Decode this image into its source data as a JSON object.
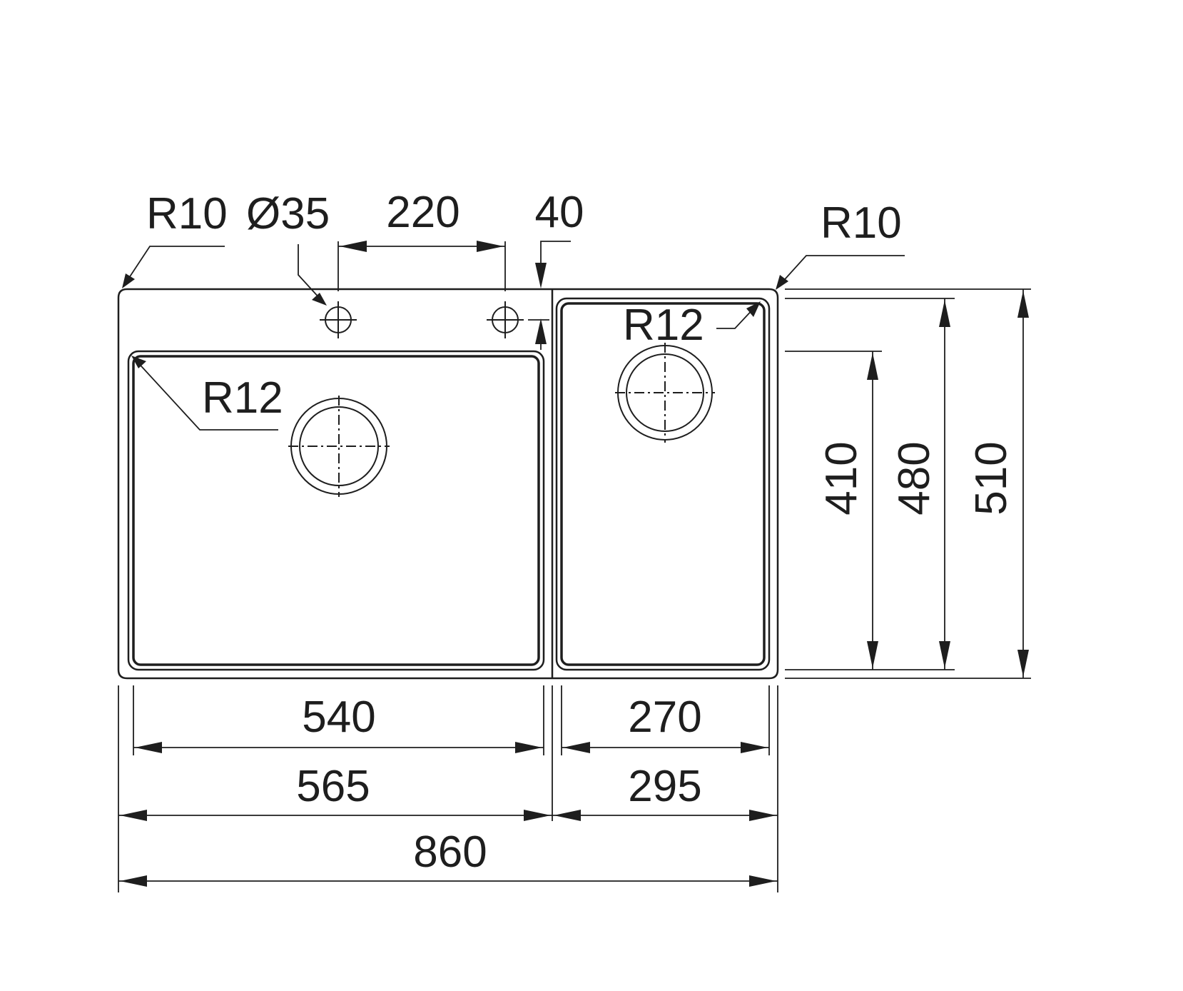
{
  "labels": {
    "corner_radius_left": "R10",
    "tap_hole_diameter": "Ø35",
    "tap_hole_spacing": "220",
    "tap_hole_offset": "40",
    "corner_radius_right": "R10",
    "bowl_radius_right": "R12",
    "bowl_radius_left": "R12",
    "bowl_depth_small": "410",
    "bowl_depth_large": "480",
    "overall_depth": "510",
    "left_bowl_width": "540",
    "right_bowl_width": "270",
    "left_section_width": "565",
    "right_section_width": "295",
    "overall_width": "860"
  },
  "colors": {
    "line": "#1e1e1e",
    "background": "#ffffff"
  }
}
